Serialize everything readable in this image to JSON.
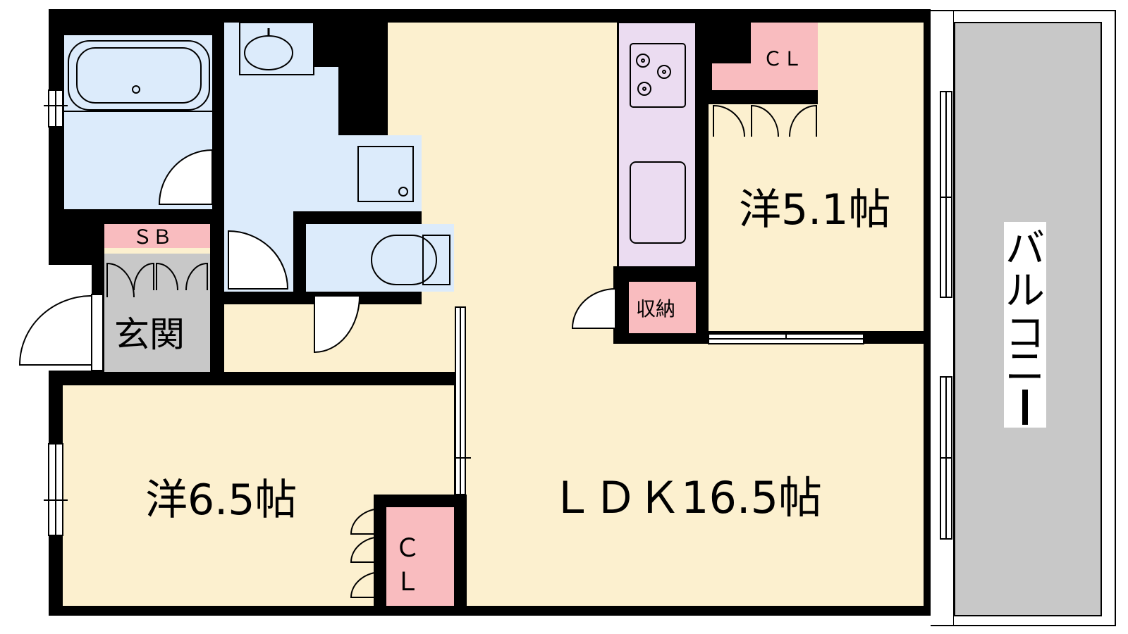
{
  "rooms": {
    "western_right": "洋5.1帖",
    "western_left": "洋6.5帖",
    "ldk": "ＬＤＫ16.5帖",
    "entrance": "玄関",
    "balcony": "バルコニー"
  },
  "storage": {
    "closet_top": "ＣＬ",
    "closet_bottom": "ＣＬ",
    "shoe_box": "ＳＢ",
    "storage": "収納"
  },
  "colors": {
    "wall": "#000000",
    "living": "#fcf0cf",
    "water": "#dcebfb",
    "kitchen": "#ebdcf1",
    "storage": "#f9bcbf",
    "entrance": "#c8c8c8",
    "balcony": "#c8c8c8"
  }
}
